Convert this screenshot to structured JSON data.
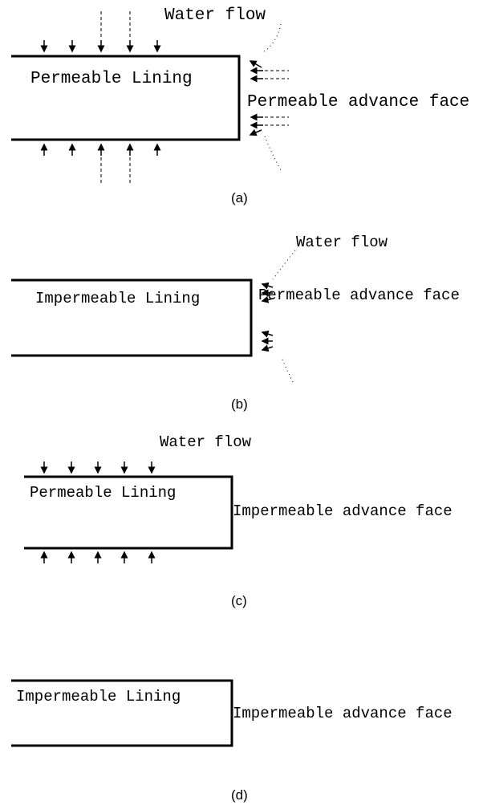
{
  "panels": [
    {
      "id": "a",
      "lining_label": "Permeable Lining",
      "face_label": "Permeable advance face",
      "flow_label": "Water flow",
      "caption": "(a)"
    },
    {
      "id": "b",
      "lining_label": "Impermeable Lining",
      "face_label": "Permeable advance face",
      "flow_label": "Water flow",
      "caption": "(b)"
    },
    {
      "id": "c",
      "lining_label": "Permeable Lining",
      "face_label": "Impermeable advance face",
      "flow_label": "Water flow",
      "caption": "(c)"
    },
    {
      "id": "d",
      "lining_label": "Impermeable Lining",
      "face_label": "Impermeable advance face",
      "caption": "(d)"
    }
  ]
}
